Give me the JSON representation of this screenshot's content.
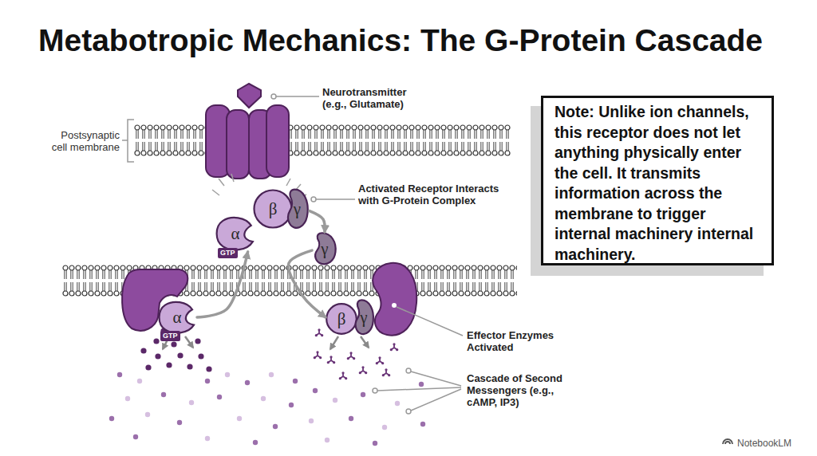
{
  "diagram": {
    "title": "Metabotropic Mechanics: The G-Protein Cascade",
    "nodes": [
      {
        "text": [
          "β"
        ]
      },
      {
        "text": [
          "γ"
        ]
      },
      {
        "text": [
          "α",
          "GTP"
        ]
      },
      {
        "text": [
          "γ"
        ]
      },
      {
        "text": [
          "α",
          "GTP"
        ]
      },
      {
        "text": [
          "β"
        ]
      },
      {
        "text": [
          "γ"
        ]
      },
      {
        "text": [
          "Note: Unlike ion channels, this receptor does not let anything physically enter the cell. It transmits information across the membrane to trigger internal machinery internal machinery."
        ]
      }
    ],
    "edges": [
      {
        "from": 4,
        "to": 2,
        "arrow": "to"
      },
      {
        "from": 1,
        "to": 3,
        "arrow": "to"
      },
      {
        "from": 3,
        "to": 5,
        "arrow": "to"
      }
    ],
    "labels": [
      "Neurotransmitter (e.g., Glutamate)",
      "Postsynaptic cell membrane",
      "Activated Receptor Interacts with G-Protein Complex",
      "Effector Enzymes Activated",
      "Cascade of Second Messengers (e.g., cAMP, IP3)",
      "NotebookLM"
    ]
  }
}
